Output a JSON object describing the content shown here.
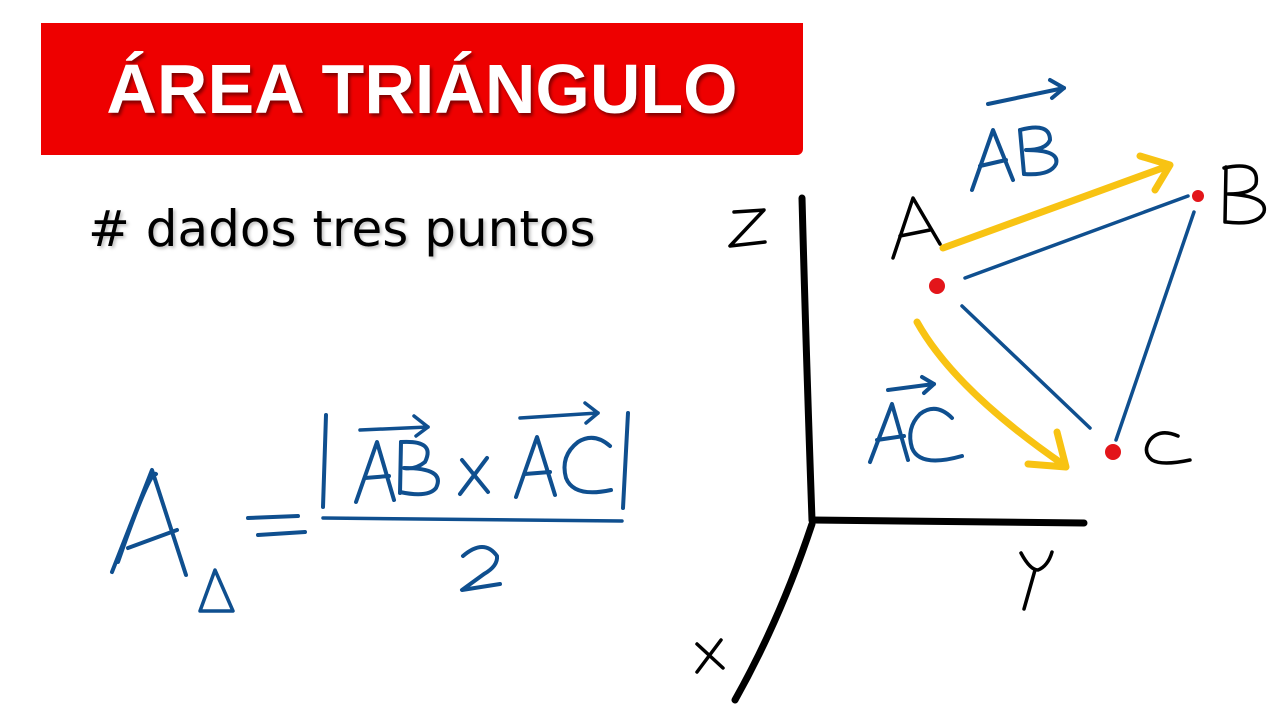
{
  "title": "ÁREA TRIÁNGULO",
  "subtitle": "# dados tres puntos",
  "colors": {
    "banner": "#ee0000",
    "ink_blue": "#0f4f8f",
    "ink_black": "#000000",
    "arrow_yellow": "#f8c313",
    "point_red": "#e3151a"
  },
  "formula": {
    "area_symbol": "A",
    "triangle_subscript": "Δ",
    "equals": "=",
    "vector_ab": "AB",
    "cross": "x",
    "vector_ac": "AC",
    "denominator": "2"
  },
  "diagram": {
    "axis_z": "Z",
    "axis_y": "Y",
    "axis_x": "X",
    "point_a": "A",
    "point_b": "B",
    "point_c": "C",
    "vector_ab_label": "AB",
    "vector_ac_label": "AC"
  }
}
